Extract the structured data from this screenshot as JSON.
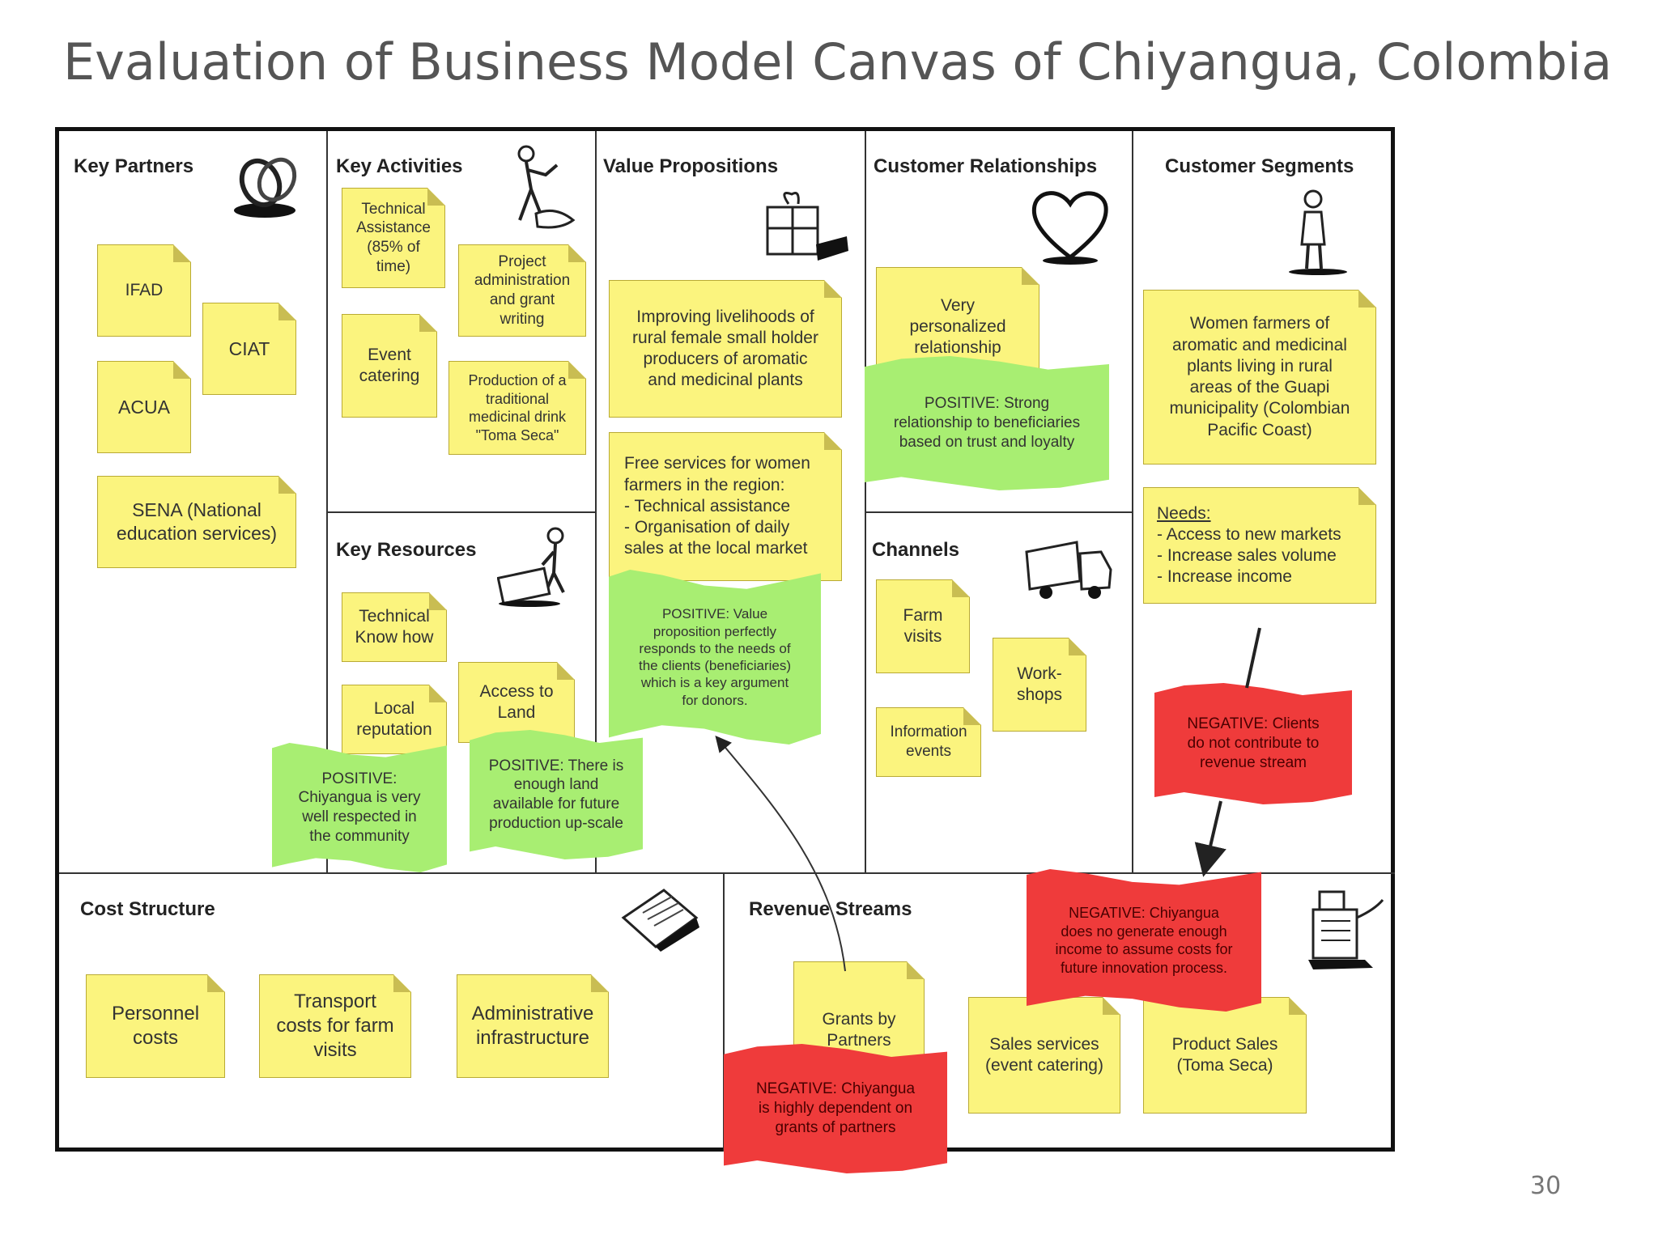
{
  "slide": {
    "title": "Evaluation of Business Model Canvas of Chiyangua, Colombia",
    "page_number": "30"
  },
  "blocks": {
    "key_partners": "Key Partners",
    "key_activities": "Key Activities",
    "value_propositions": "Value Propositions",
    "customer_relationships": "Customer Relationships",
    "customer_segments": "Customer Segments",
    "key_resources": "Key Resources",
    "channels": "Channels",
    "cost_structure": "Cost Structure",
    "revenue_streams": "Revenue Streams"
  },
  "notes": {
    "ifad": "IFAD",
    "ciat": "CIAT",
    "acua": "ACUA",
    "sena": "SENA (National\neducation services)",
    "technical_assistance": "Technical\nAssistance\n(85% of\ntime)",
    "project_admin": "Project\nadministration\nand grant\nwriting",
    "event_catering": "Event\ncatering",
    "toma_seca_production": "Production of a\ntraditional\nmedicinal drink\n\"Toma Seca\"",
    "technical_knowhow": "Technical\nKnow how",
    "local_reputation": "Local\nreputation",
    "access_to_land": "Access to\nLand",
    "vp_livelihoods": "Improving livelihoods of\nrural female small holder\nproducers of aromatic\nand medicinal plants",
    "vp_free_services": "Free services for women\nfarmers in the region:\n- Technical assistance\n- Organisation of daily\nsales at the local market",
    "very_personalized": "Very\npersonalized\nrelationship",
    "farm_visits": "Farm\nvisits",
    "workshops": "Work-\nshops",
    "information_events": "Information\nevents",
    "women_farmers": "Women farmers of\naromatic and medicinal\nplants living in rural\nareas of the Guapi\nmunicipality (Colombian\nPacific Coast)",
    "needs_heading": "Needs:",
    "needs_list": "- Access to new markets\n- Increase sales volume\n- Increase income",
    "personnel_costs": "Personnel\ncosts",
    "transport_costs": "Transport\ncosts for farm\nvisits",
    "admin_infrastructure": "Administrative\ninfrastructure",
    "grants_by_partners": "Grants by\nPartners",
    "sales_services": "Sales services\n(event catering)",
    "product_sales": "Product Sales\n(Toma Seca)"
  },
  "flags": {
    "pos_reputation": "POSITIVE:\nChiyangua is very\nwell respected in\nthe community",
    "pos_land": "POSITIVE: There is\nenough land\navailable for future\nproduction up-scale",
    "pos_value": "POSITIVE: Value\nproposition perfectly\nresponds to the needs of\nthe clients (beneficiaries)\nwhich is a key argument\nfor donors.",
    "pos_relationship": "POSITIVE: Strong\nrelationship to beneficiaries\nbased on trust and loyalty",
    "neg_clients": "NEGATIVE: Clients\ndo not contribute to\nrevenue stream",
    "neg_income": "NEGATIVE: Chiyangua\ndoes no generate enough\nincome to assume costs for\nfuture innovation process.",
    "neg_grants": "NEGATIVE: Chiyangua\nis highly  dependent on\ngrants of partners"
  },
  "colors": {
    "note_yellow": "#fbf47e",
    "positive_green": "#a8ee72",
    "negative_red": "#ef3b3b"
  },
  "icons": [
    "rings-icon",
    "worker-icon",
    "gift-icon",
    "heart-icon",
    "person-icon",
    "forklift-icon",
    "truck-icon",
    "invoice-icon",
    "cash-register-icon"
  ]
}
